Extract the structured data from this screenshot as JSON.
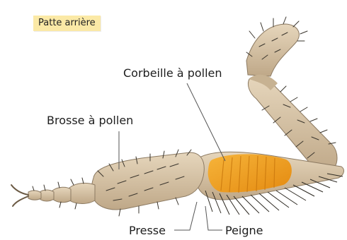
{
  "badge": {
    "text": "Patte arrière"
  },
  "labels": {
    "corbeille": "Corbeille à pollen",
    "brosse": "Brosse à pollen",
    "presse": "Presse",
    "peigne": "Peigne"
  },
  "colors": {
    "badge_bg": "#fbe9a6",
    "leg_fill": "#d8c6aa",
    "leg_shade": "#b8a283",
    "basket": "#f3a31f",
    "hair": "#3a352d",
    "leader_line": "#555555"
  }
}
